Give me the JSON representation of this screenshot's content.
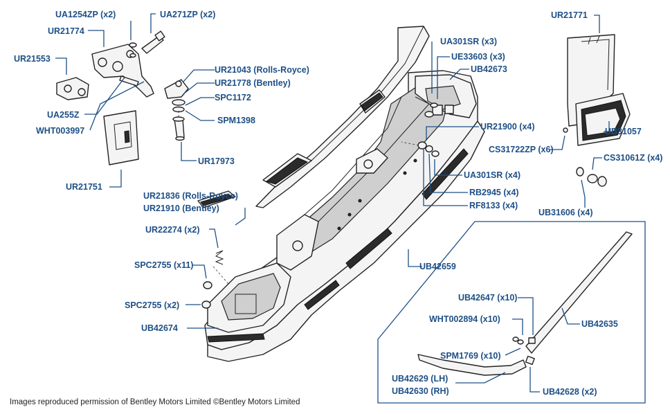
{
  "labels": {
    "ua1254zp": "UA1254ZP (x2)",
    "ua271zp": "UA271ZP (x2)",
    "ur21774": "UR21774",
    "ur21553": "UR21553",
    "ua255z": "UA255Z",
    "wht003997": "WHT003997",
    "ur21751": "UR21751",
    "ur21043": "UR21043 (Rolls-Royce)",
    "ur21778": "UR21778 (Bentley)",
    "spc1172": "SPC1172",
    "spm1398": "SPM1398",
    "ur17973": "UR17973",
    "ur21836": "UR21836 (Rolls-Royce)",
    "ur21910": "UR21910 (Bentley)",
    "ur22274": "UR22274 (x2)",
    "spc2755a": "SPC2755 (x11)",
    "spc2755b": "SPC2755 (x2)",
    "ub42674": "UB42674",
    "ua301sr_a": "UA301SR (x3)",
    "ue33603": "UE33603 (x3)",
    "ub42673": "UB42673",
    "ur21900": "UR21900 (x4)",
    "ua301sr_b": "UA301SR (x4)",
    "rb2945": "RB2945 (x4)",
    "rf8133": "RF8133 (x4)",
    "ub42659": "UB42659",
    "ur21771": "UR21771",
    "ub31057": "UB31057",
    "cs31722zp": "CS31722ZP (x6)",
    "cs31061z": "CS31061Z (x4)",
    "ub31606": "UB31606 (x4)",
    "ub42647": "UB42647 (x10)",
    "wht002894": "WHT002894 (x10)",
    "spm1769": "SPM1769 (x10)",
    "ub42635": "UB42635",
    "ub42629": "UB42629 (LH)",
    "ub42630": "UB42630 (RH)",
    "ub42628": "UB42628 (x2)"
  },
  "credit": "Images reproduced permission of Bentley Motors Limited ©Bentley Motors Limited",
  "colors": {
    "label": "#1d4f86",
    "ink": "#222222"
  }
}
